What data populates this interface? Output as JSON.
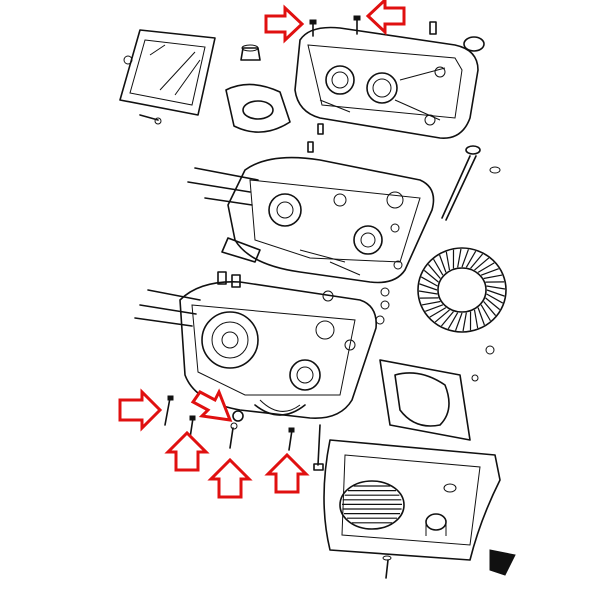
{
  "figure": {
    "kind": "exploded-view-engine-crankcase",
    "background": "#ffffff",
    "line_color": "#111111",
    "arrow_color": "#e01010"
  },
  "callouts": [
    {
      "id": "arrow-top-left",
      "direction": "right",
      "target": "top-cover-screw-left"
    },
    {
      "id": "arrow-top-right",
      "direction": "left",
      "target": "top-cover-screw-right"
    },
    {
      "id": "arrow-bottom-left",
      "direction": "right",
      "target": "lower-left-bolt"
    },
    {
      "id": "arrow-bottom-diag",
      "direction": "down-right",
      "target": "crankcase-nut"
    },
    {
      "id": "arrow-up-1",
      "direction": "up",
      "target": "lower-bolt-1"
    },
    {
      "id": "arrow-up-2",
      "direction": "up",
      "target": "lower-bolt-2"
    },
    {
      "id": "arrow-up-3",
      "direction": "up",
      "target": "lower-bolt-3"
    }
  ]
}
